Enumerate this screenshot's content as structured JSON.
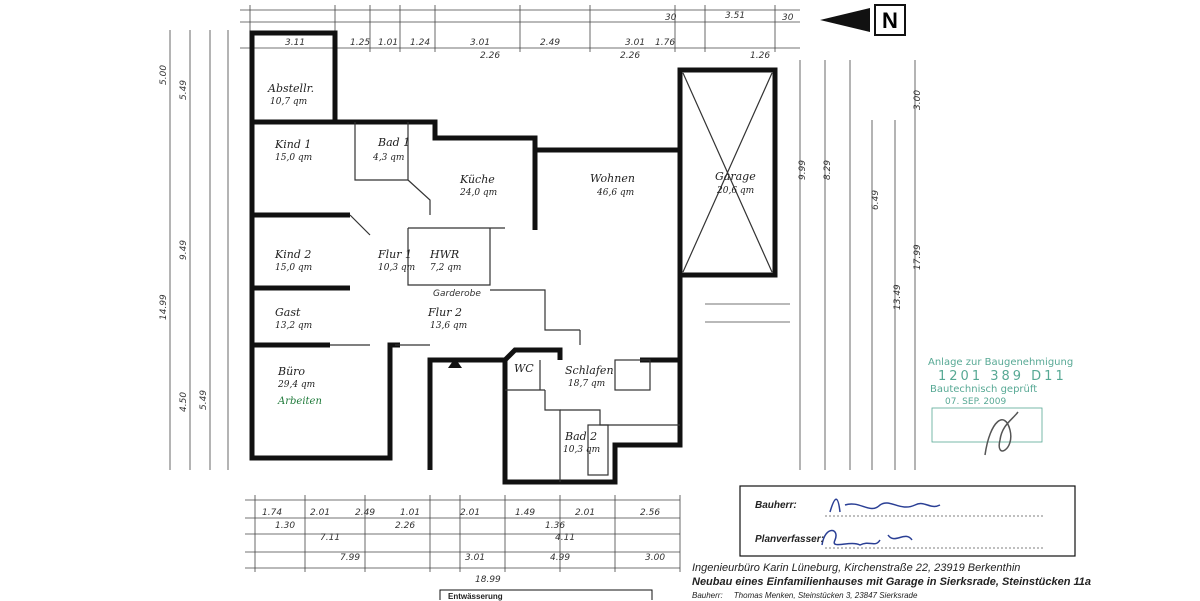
{
  "north": {
    "label": "N"
  },
  "rooms": [
    {
      "name": "Abstellr.",
      "area": "10,7 qm"
    },
    {
      "name": "Kind 1",
      "area": "15,0 qm"
    },
    {
      "name": "Bad 1",
      "area": "4,3 qm"
    },
    {
      "name": "Küche",
      "area": "24,0 qm"
    },
    {
      "name": "Wohnen",
      "area": "46,6 qm"
    },
    {
      "name": "Garage",
      "area": "20,6 qm"
    },
    {
      "name": "Kind 2",
      "area": "15,0 qm"
    },
    {
      "name": "Flur 1",
      "area": "10,3 qm"
    },
    {
      "name": "HWR",
      "area": "7,2 qm"
    },
    {
      "name": "Gast",
      "area": "13,2 qm"
    },
    {
      "name": "Flur 2",
      "area": "13,6 qm"
    },
    {
      "name": "Büro",
      "area": "29,4 qm"
    },
    {
      "name": "WC",
      "area": ""
    },
    {
      "name": "Schlafen",
      "area": "18,7 qm"
    },
    {
      "name": "Bad 2",
      "area": "10,3 qm"
    }
  ],
  "notes": {
    "buero_note": "Arbeiten",
    "hwr_note": "Garderobe"
  },
  "dims": {
    "top": [
      "3.11",
      "1.25",
      "1.01",
      "1.24",
      "3.01",
      "2.49",
      "3.01",
      "1.76",
      "30",
      "3.51",
      "30",
      "2.26",
      "2.26",
      "1.26"
    ],
    "bottom1": [
      "1.74",
      "2.01",
      "2.49",
      "1.01",
      "2.01",
      "1.49",
      "2.01",
      "2.56"
    ],
    "bottom2": [
      "1.30",
      "7.11",
      "2.26",
      "1.36",
      "4.11"
    ],
    "bottom3": [
      "7.99",
      "3.01",
      "4.99",
      "3.00"
    ],
    "total": "18.99",
    "left": [
      "5.00",
      "5.49",
      "9.49",
      "14.99",
      "4.50",
      "5.49"
    ],
    "right": [
      "3.00",
      "9.99",
      "8.29",
      "17.99",
      "13.49",
      "6.49"
    ]
  },
  "stamp": {
    "line1": "Anlage zur Baugenehmigung",
    "line2": "1201 389 D11",
    "line3": "Bautechnisch geprüft",
    "date": "07. SEP. 2009"
  },
  "titleblock": {
    "bauherr_label": "Bauherr:",
    "planverfasser_label": "Planverfasser:",
    "office": "Ingenieurbüro Karin Lüneburg, Kirchenstraße 22, 23919 Berkenthin",
    "project": "Neubau eines Einfamilienhauses mit Garage in Sierksrade, Steinstücken 11a",
    "bauherr_line": "Bauherr:     Thomas Menken, Steinstücken 3, 23847 Sierksrade",
    "entwaesserung": "Entwässerung"
  }
}
